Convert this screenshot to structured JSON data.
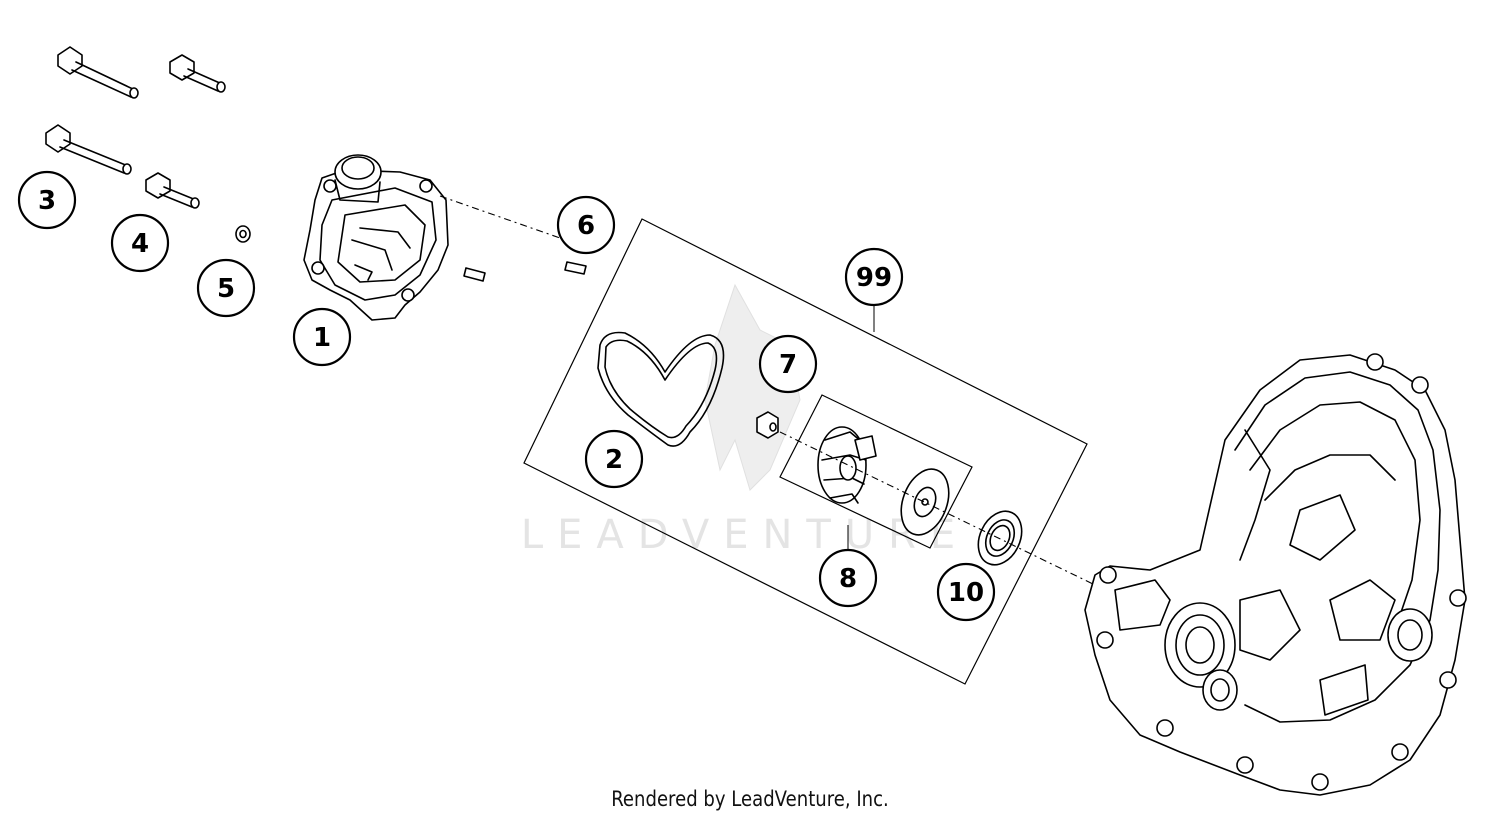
{
  "diagram": {
    "watermark": "LEADVENTURE",
    "credit": "Rendered by LeadVenture, Inc.",
    "callouts": [
      {
        "label": "1"
      },
      {
        "label": "2"
      },
      {
        "label": "3"
      },
      {
        "label": "4"
      },
      {
        "label": "5"
      },
      {
        "label": "6"
      },
      {
        "label": "7"
      },
      {
        "label": "8"
      },
      {
        "label": "10"
      },
      {
        "label": "99"
      }
    ]
  }
}
